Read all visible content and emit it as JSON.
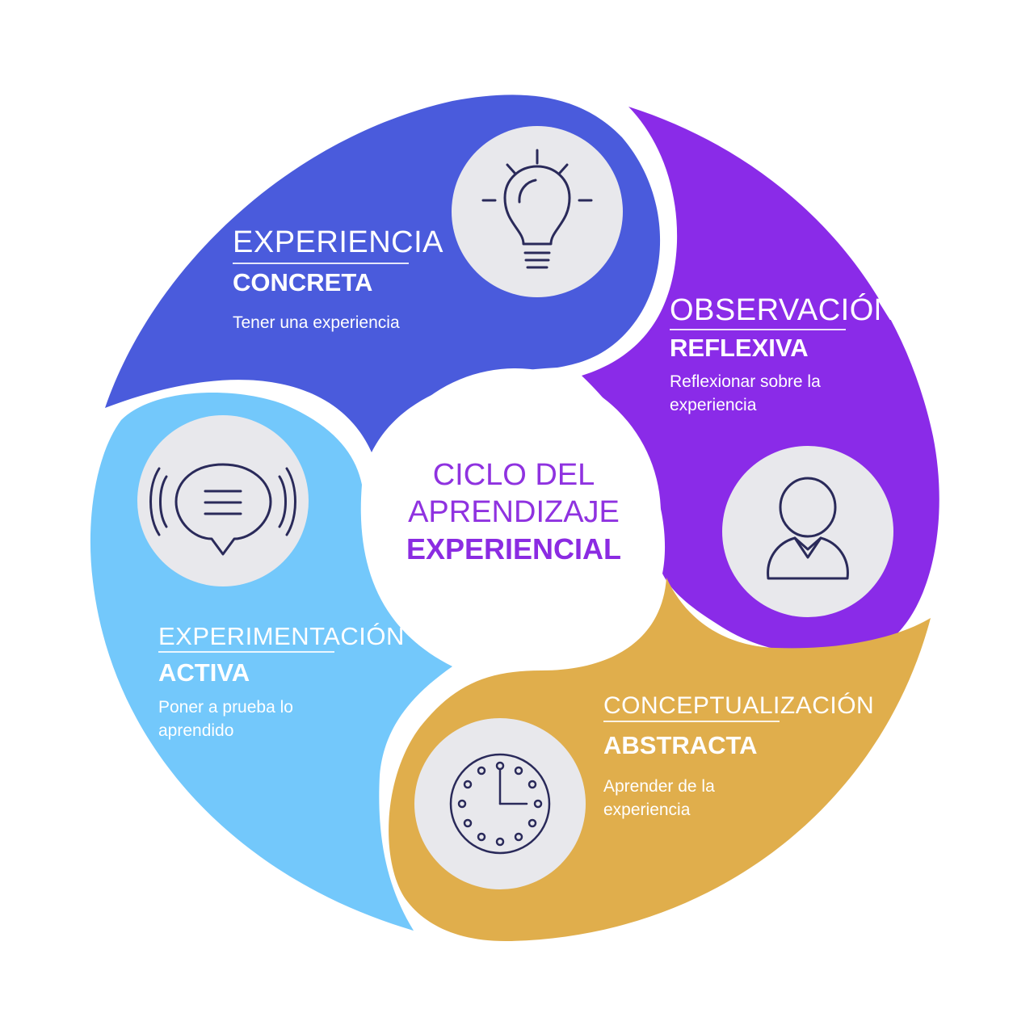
{
  "center": {
    "line1": "CICLO DEL",
    "line2": "APRENDIZAJE",
    "line3": "EXPERIENCIAL"
  },
  "stages": [
    {
      "heading": "EXPERIENCIA",
      "subheading": "CONCRETA",
      "description": "Tener una experiencia",
      "color": "#4a5bdc",
      "icon": "lightbulb-icon"
    },
    {
      "heading": "OBSERVACIÓN",
      "subheading": "REFLEXIVA",
      "description": "Reflexionar sobre la experiencia",
      "color": "#8a2be8",
      "icon": "person-icon"
    },
    {
      "heading": "CONCEPTUALIZACIÓN",
      "subheading": "ABSTRACTA",
      "description": "Aprender de la experiencia",
      "color": "#e0ae4c",
      "icon": "clock-icon"
    },
    {
      "heading": "EXPERIMENTACIÓN",
      "subheading": "ACTIVA",
      "description": "Poner a prueba lo aprendido",
      "color": "#73c8fb",
      "icon": "speech-bubble-icon"
    }
  ],
  "colors": {
    "icon_bg": "#e8e8ec",
    "icon_stroke": "#2a2a5a",
    "center_text": "#8b2be2"
  }
}
